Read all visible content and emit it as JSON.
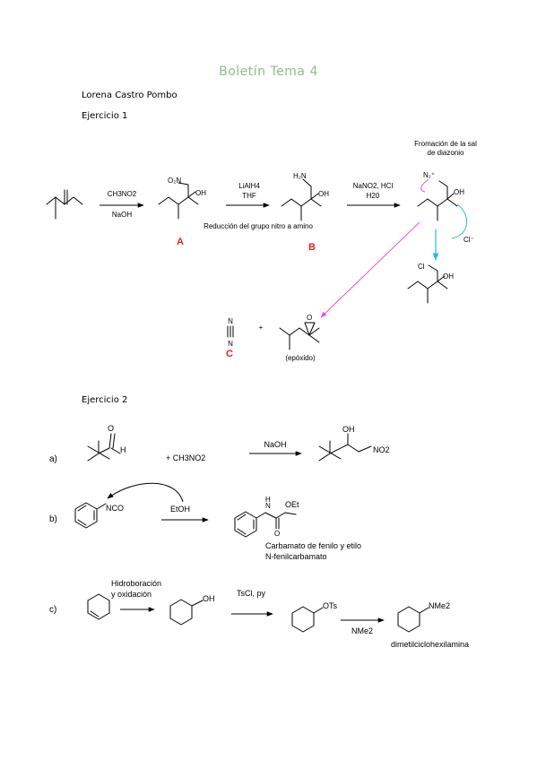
{
  "document": {
    "title": "Boletín Tema 4",
    "title_color": "#8cc18a",
    "author": "Lorena Castro Pombo",
    "ex1_heading": "Ejercicio 1",
    "ex2_heading": "Ejercicio 2"
  },
  "ex1": {
    "reagent1_top": "CH3NO2",
    "reagent1_bottom": "NaOH",
    "reagent2_top": "LiAlH4",
    "reagent2_bottom": "THF",
    "reagent3_top": "NaNO2, HCl",
    "reagent3_bottom": "H20",
    "note_reduction": "Reducción del grupo nitro a amino",
    "diazonium_caption_1": "Fromación de la sal",
    "diazonium_caption_2": "de diazonio",
    "label_A": "A",
    "label_B": "B",
    "label_C": "C",
    "epoxide_note": "(epóxido)",
    "chloride": "Cl⁻",
    "nitrogen_atom": "N",
    "plus": "+",
    "o2n": "O₂N",
    "h2n": "H₂N",
    "oh": "OH",
    "cl": "Cl",
    "o": "O",
    "n2plus": "N₂⁺",
    "label_color": "#e0231c"
  },
  "ex2": {
    "a_label": "a)",
    "a_plus_reagent": "+ CH3NO2",
    "a_reagent": "NaOH",
    "a_nitro": "NO2",
    "b_label": "b)",
    "b_reagent": "EtOH",
    "b_nco": "NCO",
    "b_oet": "OEt",
    "b_product_1": "Carbamato de fenilo y etilo",
    "b_product_2": "N-fenilcarbamato",
    "c_label": "c)",
    "c_step1_1": "Hidroboración",
    "c_step1_2": "y oxidación",
    "c_step2": "TsCl, py",
    "c_ots": "OTs",
    "c_step3": "NMe2",
    "c_nme2": "NMe2",
    "c_product": "dimetilciclohexilamina",
    "h": "H",
    "nh": "H",
    "n": "N",
    "o": "O",
    "oh": "OH"
  }
}
